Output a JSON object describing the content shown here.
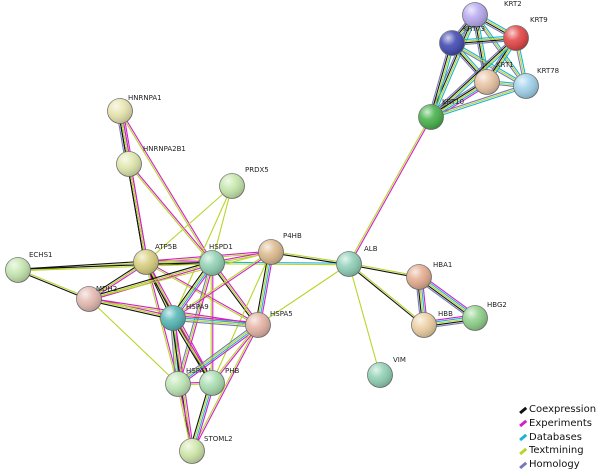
{
  "network": {
    "nodes": [
      {
        "id": "KRT2",
        "label": "KRT2",
        "color": "#b7a8ef"
      },
      {
        "id": "KRT73",
        "label": "KRT73",
        "color": "#4048b0"
      },
      {
        "id": "KRT9",
        "label": "KRT9",
        "color": "#e24444"
      },
      {
        "id": "KRT1",
        "label": "KRT1",
        "color": "#e8c3a2"
      },
      {
        "id": "KRT78",
        "label": "KRT78",
        "color": "#9fd1ea"
      },
      {
        "id": "KRT10",
        "label": "KRT10",
        "color": "#46b14a"
      },
      {
        "id": "HNRNPA1",
        "label": "HNRNPA1",
        "color": "#e7e4ad"
      },
      {
        "id": "HNRNPA2B1",
        "label": "HNRNPA2B1",
        "color": "#dfe7ad"
      },
      {
        "id": "PRDX5",
        "label": "PRDX5",
        "color": "#c5e6aa"
      },
      {
        "id": "ATP5B",
        "label": "ATP5B",
        "color": "#d8cf7e"
      },
      {
        "id": "HSPD1",
        "label": "HSPD1",
        "color": "#8fd1b3"
      },
      {
        "id": "P4HB",
        "label": "P4HB",
        "color": "#dcb98e"
      },
      {
        "id": "ECHS1",
        "label": "ECHS1",
        "color": "#c4e6ae"
      },
      {
        "id": "MDH2",
        "label": "MDH2",
        "color": "#e4b9b0"
      },
      {
        "id": "HSPA9",
        "label": "HSPA9",
        "color": "#55b6b6"
      },
      {
        "id": "HSPA5",
        "label": "HSPA5",
        "color": "#e4b3a4"
      },
      {
        "id": "ALB",
        "label": "ALB",
        "color": "#8fcfb8"
      },
      {
        "id": "HBA1",
        "label": "HBA1",
        "color": "#e3ab8e"
      },
      {
        "id": "HBB",
        "label": "HBB",
        "color": "#eccfa1"
      },
      {
        "id": "HBG2",
        "label": "HBG2",
        "color": "#8fd08a"
      },
      {
        "id": "HSPA1L",
        "label": "HSPA1L",
        "color": "#bde5b4"
      },
      {
        "id": "PHB",
        "label": "PHB",
        "color": "#a8ddb0"
      },
      {
        "id": "VIM",
        "label": "VIM",
        "color": "#8fd0b3"
      },
      {
        "id": "STOML2",
        "label": "STOML2",
        "color": "#cfe6a8"
      }
    ],
    "edges": [
      {
        "source": "KRT2",
        "target": "KRT73",
        "types": [
          "database",
          "textmining",
          "coexpression",
          "homology"
        ]
      },
      {
        "source": "KRT2",
        "target": "KRT9",
        "types": [
          "database",
          "textmining",
          "coexpression",
          "homology"
        ]
      },
      {
        "source": "KRT2",
        "target": "KRT1",
        "types": [
          "database",
          "textmining",
          "coexpression",
          "homology"
        ]
      },
      {
        "source": "KRT2",
        "target": "KRT78",
        "types": [
          "database",
          "textmining",
          "homology"
        ]
      },
      {
        "source": "KRT2",
        "target": "KRT10",
        "types": [
          "database",
          "textmining",
          "coexpression",
          "homology"
        ]
      },
      {
        "source": "KRT73",
        "target": "KRT9",
        "types": [
          "database",
          "textmining",
          "coexpression",
          "homology"
        ]
      },
      {
        "source": "KRT73",
        "target": "KRT1",
        "types": [
          "database",
          "textmining",
          "coexpression",
          "homology"
        ]
      },
      {
        "source": "KRT73",
        "target": "KRT78",
        "types": [
          "database",
          "textmining",
          "homology"
        ]
      },
      {
        "source": "KRT73",
        "target": "KRT10",
        "types": [
          "database",
          "textmining",
          "coexpression",
          "homology"
        ]
      },
      {
        "source": "KRT9",
        "target": "KRT1",
        "types": [
          "database",
          "textmining",
          "coexpression",
          "homology"
        ]
      },
      {
        "source": "KRT9",
        "target": "KRT78",
        "types": [
          "database",
          "textmining",
          "homology"
        ]
      },
      {
        "source": "KRT9",
        "target": "KRT10",
        "types": [
          "database",
          "textmining",
          "coexpression",
          "homology"
        ]
      },
      {
        "source": "KRT1",
        "target": "KRT78",
        "types": [
          "database",
          "textmining",
          "homology"
        ]
      },
      {
        "source": "KRT1",
        "target": "KRT10",
        "types": [
          "experiment",
          "database",
          "textmining",
          "coexpression",
          "homology"
        ]
      },
      {
        "source": "KRT78",
        "target": "KRT10",
        "types": [
          "database",
          "textmining",
          "homology"
        ]
      },
      {
        "source": "KRT10",
        "target": "ALB",
        "types": [
          "experiment",
          "textmining"
        ]
      },
      {
        "source": "HNRNPA1",
        "target": "HNRNPA2B1",
        "types": [
          "experiment",
          "database",
          "textmining",
          "coexpression",
          "homology"
        ]
      },
      {
        "source": "HNRNPA1",
        "target": "ATP5B",
        "types": [
          "experiment",
          "textmining",
          "coexpression"
        ]
      },
      {
        "source": "HNRNPA1",
        "target": "HSPD1",
        "types": [
          "experiment",
          "textmining"
        ]
      },
      {
        "source": "HNRNPA2B1",
        "target": "ATP5B",
        "types": [
          "experiment",
          "textmining",
          "coexpression"
        ]
      },
      {
        "source": "HNRNPA2B1",
        "target": "HSPD1",
        "types": [
          "experiment",
          "textmining"
        ]
      },
      {
        "source": "PRDX5",
        "target": "ATP5B",
        "types": [
          "textmining"
        ]
      },
      {
        "source": "PRDX5",
        "target": "HSPD1",
        "types": [
          "textmining"
        ]
      },
      {
        "source": "PRDX5",
        "target": "HSPA9",
        "types": [
          "textmining"
        ]
      },
      {
        "source": "ATP5B",
        "target": "HSPD1",
        "types": [
          "experiment",
          "textmining",
          "coexpression"
        ]
      },
      {
        "source": "ATP5B",
        "target": "P4HB",
        "types": [
          "experiment",
          "textmining"
        ]
      },
      {
        "source": "ATP5B",
        "target": "ECHS1",
        "types": [
          "textmining",
          "coexpression"
        ]
      },
      {
        "source": "ATP5B",
        "target": "MDH2",
        "types": [
          "experiment",
          "textmining",
          "coexpression"
        ]
      },
      {
        "source": "ATP5B",
        "target": "HSPA9",
        "types": [
          "experiment",
          "textmining",
          "coexpression"
        ]
      },
      {
        "source": "ATP5B",
        "target": "HSPA5",
        "types": [
          "experiment",
          "textmining"
        ]
      },
      {
        "source": "ATP5B",
        "target": "HSPA1L",
        "types": [
          "experiment",
          "textmining"
        ]
      },
      {
        "source": "ATP5B",
        "target": "PHB",
        "types": [
          "experiment",
          "textmining",
          "coexpression"
        ]
      },
      {
        "source": "HSPD1",
        "target": "P4HB",
        "types": [
          "experiment",
          "textmining"
        ]
      },
      {
        "source": "HSPD1",
        "target": "MDH2",
        "types": [
          "experiment",
          "textmining",
          "coexpression"
        ]
      },
      {
        "source": "HSPD1",
        "target": "HSPA9",
        "types": [
          "experiment",
          "database",
          "textmining",
          "coexpression"
        ]
      },
      {
        "source": "HSPD1",
        "target": "HSPA5",
        "types": [
          "experiment",
          "textmining",
          "coexpression"
        ]
      },
      {
        "source": "HSPD1",
        "target": "HSPA1L",
        "types": [
          "experiment",
          "textmining",
          "homology"
        ]
      },
      {
        "source": "HSPD1",
        "target": "PHB",
        "types": [
          "experiment",
          "textmining"
        ]
      },
      {
        "source": "HSPD1",
        "target": "ALB",
        "types": [
          "database",
          "textmining"
        ]
      },
      {
        "source": "HSPD1",
        "target": "ECHS1",
        "types": [
          "textmining",
          "coexpression"
        ]
      },
      {
        "source": "P4HB",
        "target": "HSPA9",
        "types": [
          "experiment",
          "textmining"
        ]
      },
      {
        "source": "P4HB",
        "target": "HSPA5",
        "types": [
          "experiment",
          "database",
          "textmining",
          "coexpression"
        ]
      },
      {
        "source": "P4HB",
        "target": "MDH2",
        "types": [
          "textmining"
        ]
      },
      {
        "source": "P4HB",
        "target": "ALB",
        "types": [
          "textmining",
          "coexpression"
        ]
      },
      {
        "source": "P4HB",
        "target": "PHB",
        "types": [
          "textmining"
        ]
      },
      {
        "source": "ECHS1",
        "target": "MDH2",
        "types": [
          "textmining",
          "coexpression"
        ]
      },
      {
        "source": "MDH2",
        "target": "HSPA9",
        "types": [
          "experiment",
          "textmining",
          "coexpression"
        ]
      },
      {
        "source": "MDH2",
        "target": "HSPA5",
        "types": [
          "experiment",
          "textmining"
        ]
      },
      {
        "source": "MDH2",
        "target": "HSPA1L",
        "types": [
          "textmining"
        ]
      },
      {
        "source": "HSPA9",
        "target": "HSPA5",
        "types": [
          "experiment",
          "database",
          "textmining",
          "homology"
        ]
      },
      {
        "source": "HSPA9",
        "target": "HSPA1L",
        "types": [
          "experiment",
          "database",
          "textmining",
          "homology"
        ]
      },
      {
        "source": "HSPA9",
        "target": "PHB",
        "types": [
          "experiment",
          "textmining",
          "coexpression"
        ]
      },
      {
        "source": "HSPA9",
        "target": "STOML2",
        "types": [
          "experiment",
          "textmining",
          "coexpression"
        ]
      },
      {
        "source": "HSPA5",
        "target": "HSPA1L",
        "types": [
          "experiment",
          "database",
          "textmining",
          "homology"
        ]
      },
      {
        "source": "HSPA5",
        "target": "PHB",
        "types": [
          "experiment",
          "textmining"
        ]
      },
      {
        "source": "HSPA5",
        "target": "STOML2",
        "types": [
          "experiment",
          "textmining"
        ]
      },
      {
        "source": "HSPA5",
        "target": "ALB",
        "types": [
          "textmining"
        ]
      },
      {
        "source": "HSPA1L",
        "target": "PHB",
        "types": [
          "experiment",
          "textmining"
        ]
      },
      {
        "source": "HSPA1L",
        "target": "STOML2",
        "types": [
          "experiment",
          "textmining"
        ]
      },
      {
        "source": "PHB",
        "target": "STOML2",
        "types": [
          "experiment",
          "database",
          "textmining",
          "coexpression"
        ]
      },
      {
        "source": "ALB",
        "target": "HBA1",
        "types": [
          "textmining",
          "coexpression"
        ]
      },
      {
        "source": "ALB",
        "target": "HBB",
        "types": [
          "textmining",
          "coexpression"
        ]
      },
      {
        "source": "ALB",
        "target": "VIM",
        "types": [
          "textmining"
        ]
      },
      {
        "source": "HBA1",
        "target": "HBB",
        "types": [
          "experiment",
          "database",
          "textmining",
          "coexpression",
          "homology"
        ]
      },
      {
        "source": "HBA1",
        "target": "HBG2",
        "types": [
          "experiment",
          "database",
          "textmining",
          "coexpression",
          "homology"
        ]
      },
      {
        "source": "HBB",
        "target": "HBG2",
        "types": [
          "experiment",
          "database",
          "textmining",
          "coexpression",
          "homology"
        ]
      }
    ]
  },
  "legend": [
    {
      "type": "coexpression",
      "label": "Coexpression",
      "color": "#111111"
    },
    {
      "type": "experiment",
      "label": "Experiments",
      "color": "#d21fc7"
    },
    {
      "type": "database",
      "label": "Databases",
      "color": "#1ab3d6"
    },
    {
      "type": "textmining",
      "label": "Textmining",
      "color": "#b7d62a"
    },
    {
      "type": "homology",
      "label": "Homology",
      "color": "#7579b8"
    }
  ]
}
